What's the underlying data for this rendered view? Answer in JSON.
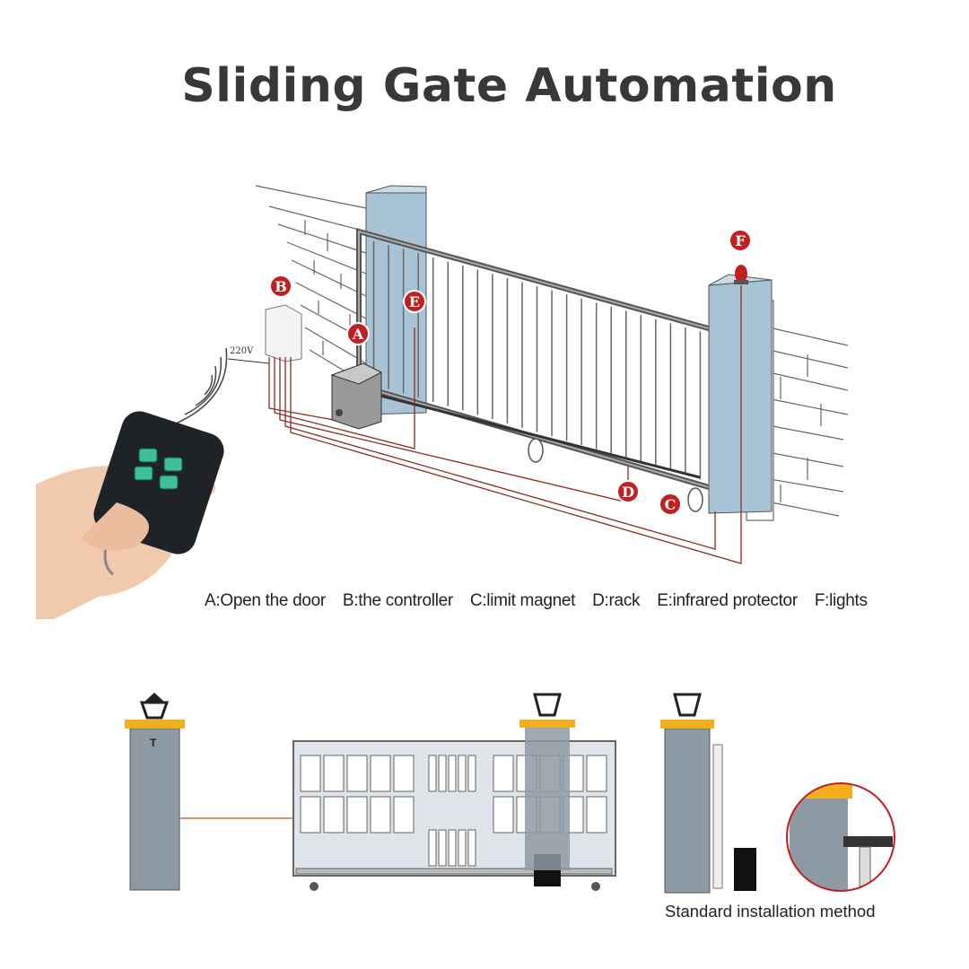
{
  "title": "Sliding Gate Automation",
  "diagram": {
    "voltage_label": "220V",
    "markers": [
      "A",
      "B",
      "C",
      "D",
      "E",
      "F"
    ],
    "legend": [
      "A:Open the door",
      "B:the controller",
      "C:limit magnet",
      "D:rack",
      "E:infrared protector",
      "F:lights"
    ]
  },
  "bottom": {
    "caption": "Standard installation method"
  },
  "colors": {
    "marker": "#c0201f",
    "pillar": "#a9c3d6",
    "wire": "#8b2b22",
    "lamp_cap": "#f2b01e"
  }
}
